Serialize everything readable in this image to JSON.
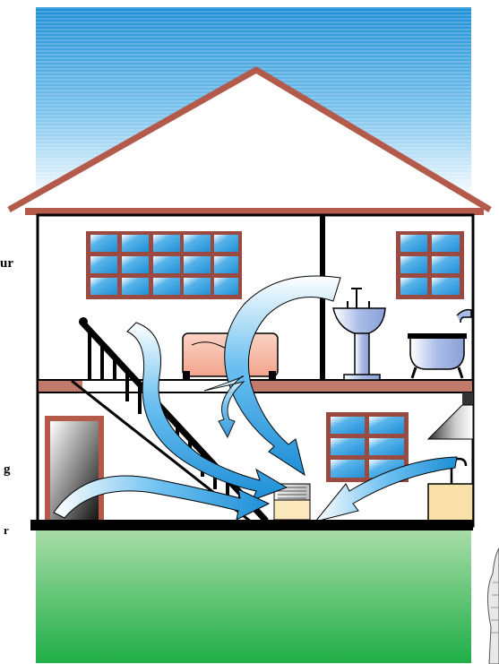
{
  "side_text": {
    "line1": "ur",
    "line2": "g",
    "line3": "r"
  },
  "colors": {
    "sky_top": "#1f8fd6",
    "sky_bottom": "#ffffff",
    "roof": "#b35a4a",
    "floor_slab": "#c07a6a",
    "grass_top": "#a8dca8",
    "grass_bottom": "#22b04a",
    "window_frame": "#9a4a40",
    "window_glass": "#1f8fd6",
    "airflow_arrow": "#3a9ee0",
    "bed": "#f6b8a4",
    "fixture": "#aabde8",
    "cabinet": "#f8e0a8"
  },
  "icons": {
    "dehumidifier": "dehumidifier-icon",
    "airflow": "airflow-arrow-icon"
  }
}
